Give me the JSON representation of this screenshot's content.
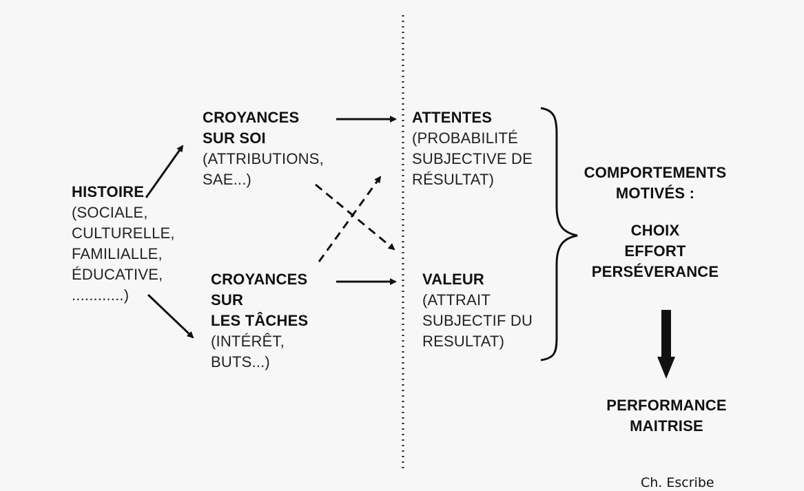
{
  "histoire": {
    "title": "HISTOIRE",
    "lines": [
      "(SOCIALE,",
      "CULTURELLE,",
      "FAMILIALLE,",
      "ÉDUCATIVE,",
      "............)"
    ]
  },
  "croyances_soi": {
    "title_lines": [
      "CROYANCES",
      "SUR SOI"
    ],
    "lines": [
      "(ATTRIBUTIONS,",
      "SAE...)"
    ]
  },
  "croyances_taches": {
    "title_lines": [
      "CROYANCES",
      "SUR",
      "LES TÂCHES"
    ],
    "lines": [
      "(INTÉRÊT,",
      "BUTS...)"
    ]
  },
  "attentes": {
    "title": "ATTENTES",
    "lines": [
      "(PROBABILITÉ",
      "SUBJECTIVE DE",
      "RÉSULTAT)"
    ]
  },
  "valeur": {
    "title": "VALEUR",
    "lines": [
      "(ATTRAIT",
      "SUBJECTIF DU",
      "RESULTAT)"
    ]
  },
  "comportements": {
    "title_lines": [
      "COMPORTEMENTS",
      "MOTIVÉS :"
    ],
    "items": [
      "CHOIX",
      "EFFORT",
      "PERSÉVERANCE"
    ]
  },
  "performance": {
    "lines": [
      "PERFORMANCE",
      "MAITRISE"
    ]
  },
  "author": "Ch. Escribe"
}
